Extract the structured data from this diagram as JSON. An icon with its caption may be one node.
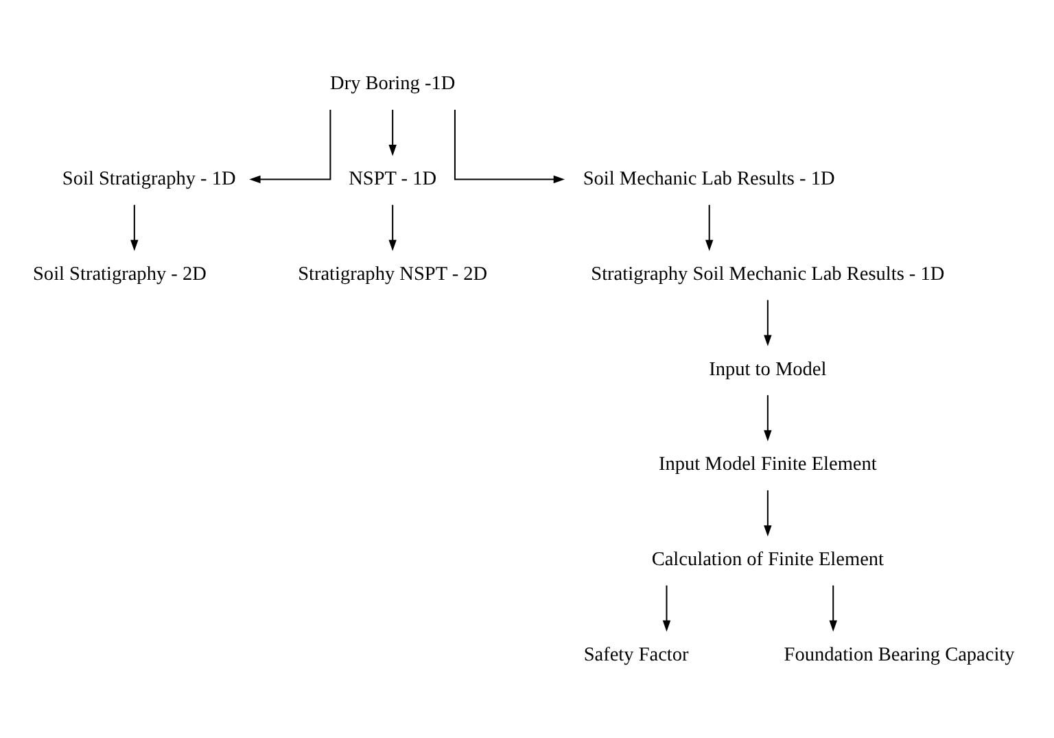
{
  "diagram": {
    "nodes": [
      {
        "text": [
          "Dry Boring -1D"
        ]
      },
      {
        "text": [
          "Soil Stratigraphy - 1D"
        ]
      },
      {
        "text": [
          "NSPT - 1D"
        ]
      },
      {
        "text": [
          "Soil Mechanic Lab Results - 1D"
        ]
      },
      {
        "text": [
          "Soil Stratigraphy - 2D"
        ]
      },
      {
        "text": [
          "Stratigraphy NSPT - 2D"
        ]
      },
      {
        "text": [
          "Stratigraphy Soil Mechanic Lab Results - 1D"
        ]
      },
      {
        "text": [
          "Input to Model"
        ]
      },
      {
        "text": [
          "Input Model Finite Element"
        ]
      },
      {
        "text": [
          "Calculation of Finite Element"
        ]
      },
      {
        "text": [
          "Safety Factor"
        ]
      },
      {
        "text": [
          "Foundation Bearing Capacity"
        ]
      }
    ],
    "edges": [
      {
        "from": 0,
        "to": 1,
        "arrow": "to"
      },
      {
        "from": 0,
        "to": 2,
        "arrow": "to"
      },
      {
        "from": 0,
        "to": 3,
        "arrow": "to"
      },
      {
        "from": 1,
        "to": 4,
        "arrow": "to"
      },
      {
        "from": 2,
        "to": 5,
        "arrow": "to"
      },
      {
        "from": 3,
        "to": 6,
        "arrow": "to"
      },
      {
        "from": 6,
        "to": 7,
        "arrow": "to"
      },
      {
        "from": 7,
        "to": 8,
        "arrow": "to"
      },
      {
        "from": 8,
        "to": 9,
        "arrow": "to"
      },
      {
        "from": 9,
        "to": 10,
        "arrow": "to"
      },
      {
        "from": 9,
        "to": 11,
        "arrow": "to"
      }
    ]
  }
}
